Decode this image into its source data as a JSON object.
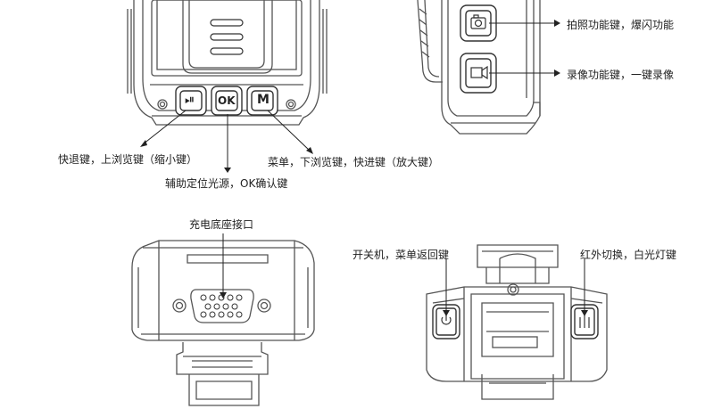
{
  "labels": {
    "photo_key": "拍照功能键，爆闪功能",
    "video_key": "录像功能键，一键录像",
    "rewind_key": "快退键，上浏览键（缩小键）",
    "ok_key": "辅助定位光源，OK确认键",
    "menu_key": "菜单，下浏览键，快进键（放大键）",
    "dock_port": "充电底座接口",
    "power_key": "开关机，菜单返回键",
    "ir_key": "红外切换，白光灯键"
  },
  "button_glyphs": {
    "play_pause": "⏯",
    "ok": "OK",
    "menu": "M"
  }
}
